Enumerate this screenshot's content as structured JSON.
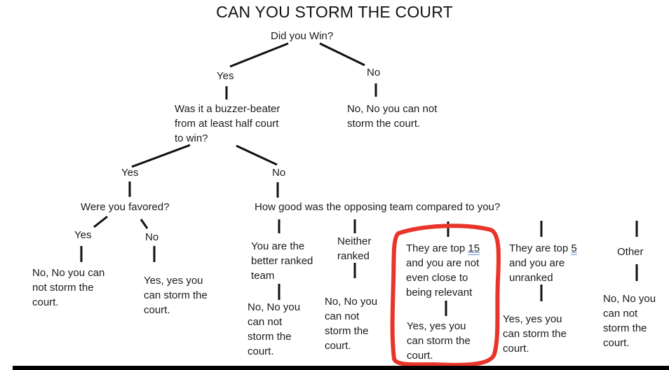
{
  "title": "CAN YOU STORM THE COURT",
  "highlight_color": "#e8352a",
  "nodes": {
    "did_you_win": "Did you Win?",
    "win_yes": "Yes",
    "win_no": "No",
    "win_no_result": "No, No you can not\nstorm the court.",
    "buzzer_question": "Was it a buzzer-beater\nfrom at least half court\nto win?",
    "buzzer_yes": "Yes",
    "buzzer_no": "No",
    "favored_question": "Were you favored?",
    "favored_yes": "Yes",
    "favored_no": "No",
    "favored_yes_result": "No, No you can\nnot storm the\ncourt.",
    "favored_no_result": "Yes, yes you\ncan storm the\ncourt.",
    "opponent_question": "How good was the opposing team compared to you?",
    "opt_better_ranked": "You are the\nbetter ranked\nteam",
    "opt_better_ranked_result": "No, No you\ncan not\nstorm the\ncourt.",
    "opt_neither_ranked": "Neither\nranked",
    "opt_neither_ranked_result": "No, No you\ncan not\nstorm the\ncourt.",
    "opt_top15_pre": "They are top ",
    "opt_top15_num": "15",
    "opt_top15_post": "\nand you are not\neven close to\nbeing relevant",
    "opt_top15_result": "Yes, yes you\ncan storm the\ncourt.",
    "opt_top5_pre": "They are top ",
    "opt_top5_num": "5",
    "opt_top5_post": "\nand you are\nunranked",
    "opt_top5_result": "Yes, yes you\ncan storm the\ncourt.",
    "opt_other": "Other",
    "opt_other_result": "No, No you\ncan not\nstorm the\ncourt."
  }
}
